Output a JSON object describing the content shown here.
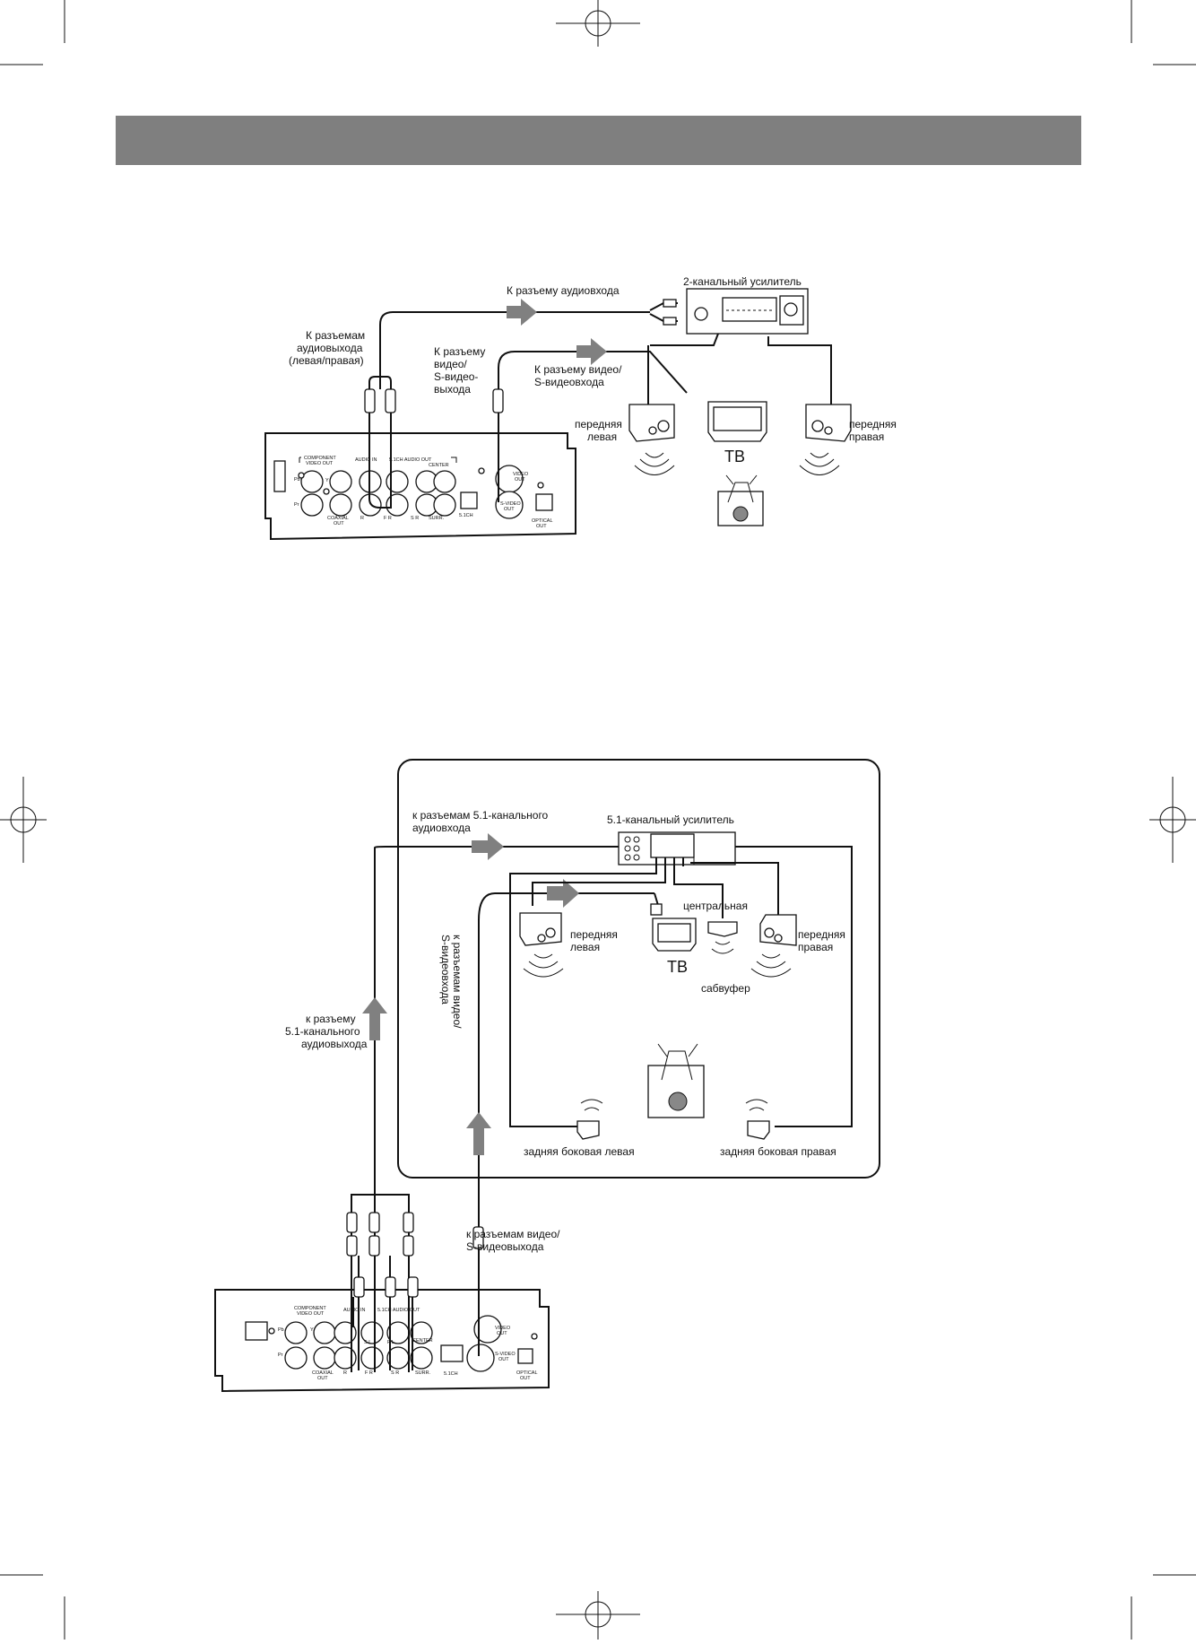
{
  "diagram1": {
    "amp_label": "2-канальный усилитель",
    "audio_in_label": "К разъему аудиовхода",
    "audio_out_label": [
      "К разъемам",
      "аудиовыхода",
      "(левая/правая)"
    ],
    "video_out_label": [
      "К разъему",
      "видео/",
      "S-видео-",
      "выхода"
    ],
    "video_in_label": [
      "К разъему видео/",
      "S-видеовхода"
    ],
    "front_left": [
      "передняя",
      "левая"
    ],
    "front_right": [
      "передняя",
      "правая"
    ],
    "tv": "ТВ"
  },
  "diagram2": {
    "amp_label": "5.1-канальный усилитель",
    "audio_in_label": [
      "к разъемам 5.1-канального",
      "аудиовхода"
    ],
    "audio_out_label": [
      "к разъему",
      "5.1-канального",
      "аудиовыхода"
    ],
    "video_in_label": [
      "к разъемам видео/",
      "S-видеовхода"
    ],
    "video_out_label": [
      "к разъемам видео/",
      "S-видеовыхода"
    ],
    "front_left": [
      "передняя",
      "левая"
    ],
    "front_right": [
      "передняя",
      "правая"
    ],
    "center": "центральная",
    "subwoofer": "сабвуфер",
    "rear_left": "задняя боковая левая",
    "rear_right": "задняя боковая правая",
    "tv": "ТВ"
  },
  "player_panel": {
    "component_video_out": [
      "COMPONENT",
      "VIDEO OUT"
    ],
    "audio_in": "AUDIO IN",
    "audio_out_51": "5.1CH AUDIO OUT",
    "video_out": [
      "VIDEO",
      "OUT"
    ],
    "s_video_out": [
      "S-VIDEO",
      "OUT"
    ],
    "optical_out": [
      "OPTICAL",
      "OUT"
    ],
    "coaxial_out": [
      "COAXIAL",
      "OUT"
    ],
    "ch51": "5.1CH",
    "center": "CENTER",
    "surr": "SURR.",
    "pb": "Pb",
    "pr": "Pr",
    "y": "Y",
    "r": "R",
    "fr": "F R",
    "sr": "S R",
    "fl": "F L",
    "sl": "S L"
  },
  "colors": {
    "header_band": "#7f7f7f",
    "arrow": "#808080",
    "line": "#111111"
  }
}
